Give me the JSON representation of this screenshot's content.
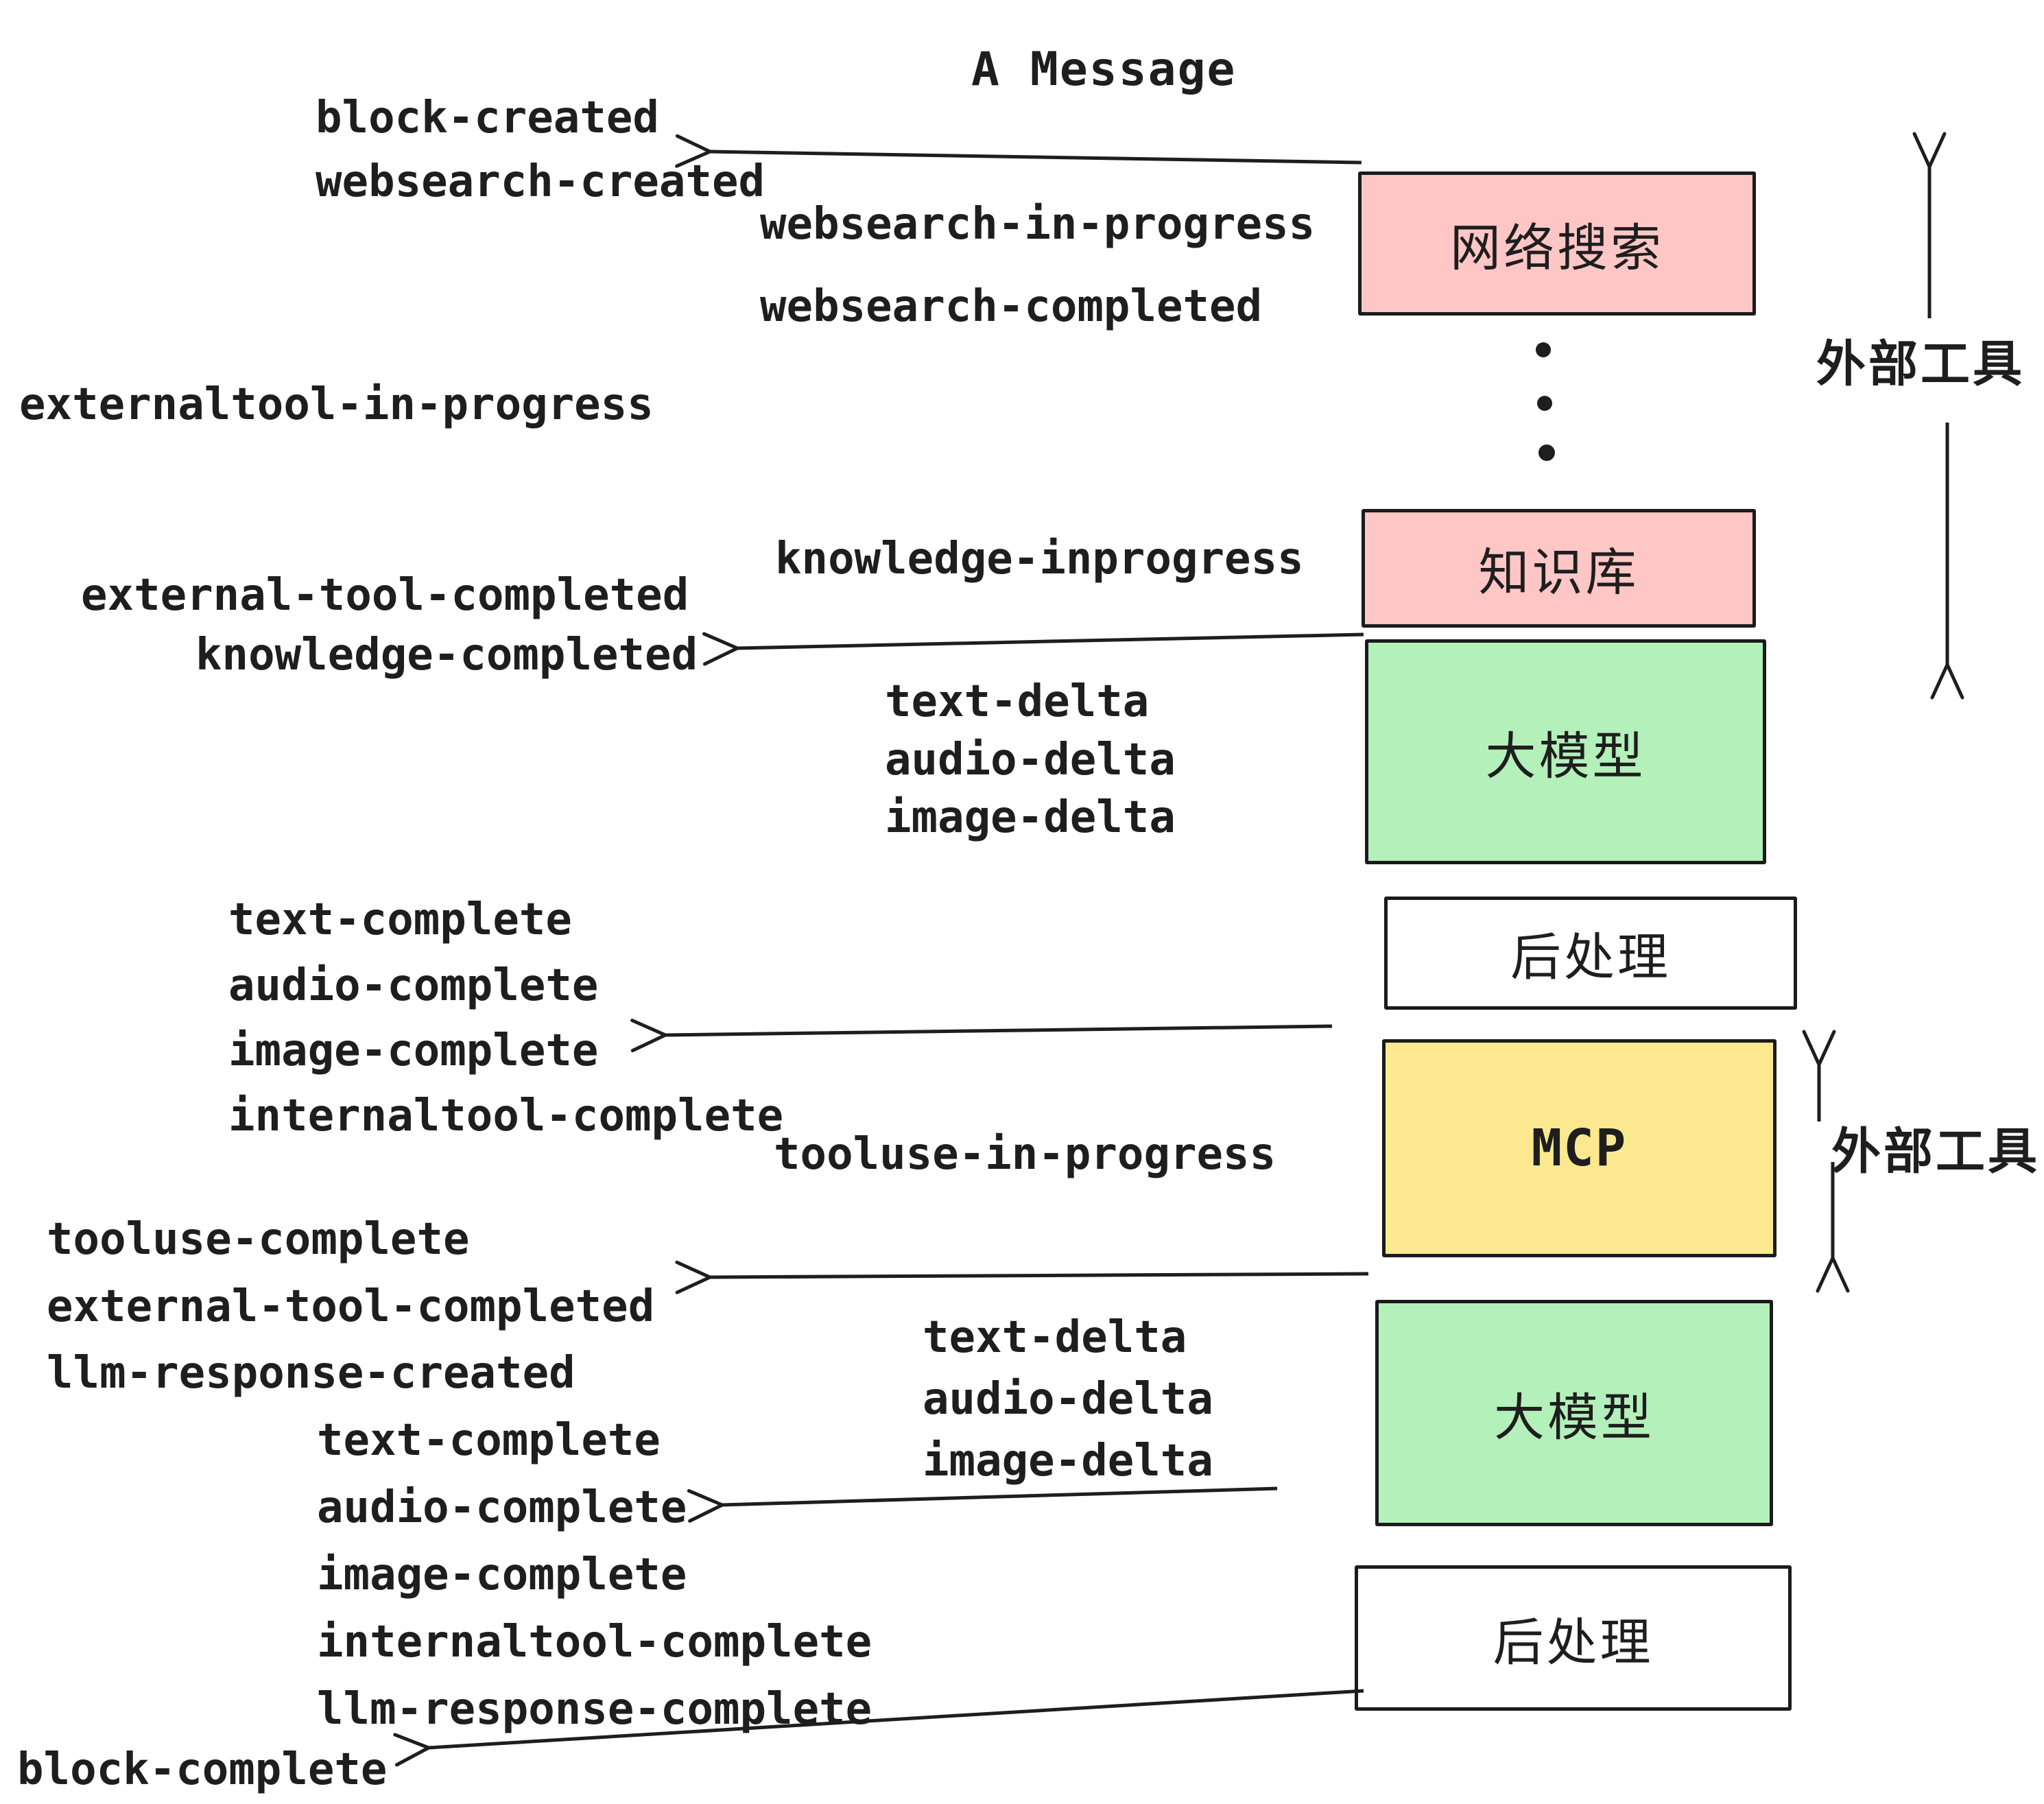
{
  "title": "A Message",
  "boxes": [
    {
      "id": "websearch",
      "label": "网络搜索",
      "color": "#ffc6c6"
    },
    {
      "id": "knowledge",
      "label": "知识库",
      "color": "#ffc6c6"
    },
    {
      "id": "llm-1",
      "label": "大模型",
      "color": "#b4f0ba"
    },
    {
      "id": "postprocess-1",
      "label": "后处理",
      "color": "#ffffff"
    },
    {
      "id": "mcp",
      "label": "MCP",
      "color": "#fbe88f"
    },
    {
      "id": "llm-2",
      "label": "大模型",
      "color": "#b4f0ba"
    },
    {
      "id": "postprocess-2",
      "label": "后处理",
      "color": "#ffffff"
    }
  ],
  "events": [
    "block-created",
    "websearch-created",
    "websearch-in-progress",
    "websearch-completed",
    "externaltool-in-progress",
    "knowledge-inprogress",
    "external-tool-completed",
    "knowledge-completed",
    "text-delta",
    "audio-delta",
    "image-delta",
    "text-complete",
    "audio-complete",
    "image-complete",
    "internaltool-complete",
    "tooluse-in-progress",
    "tooluse-complete",
    "external-tool-completed",
    "llm-response-created",
    "text-complete",
    "audio-complete",
    "image-complete",
    "internaltool-complete",
    "llm-response-complete",
    "text-delta",
    "audio-delta",
    "image-delta",
    "block-complete"
  ],
  "annotations": {
    "external_tools_top": "外部工具",
    "external_tools_mcp": "外部工具"
  },
  "icons": {
    "left_arrow": "left-arrow",
    "up_arrow": "up-arrow",
    "down_arrow": "down-arrow",
    "ellipsis_dots": "vertical-ellipsis"
  },
  "colors": {
    "pink": "#ffc6c6",
    "green": "#b4f0ba",
    "yellow": "#fbe88f",
    "ink": "#1e1e1e",
    "background": "#ffffff"
  }
}
